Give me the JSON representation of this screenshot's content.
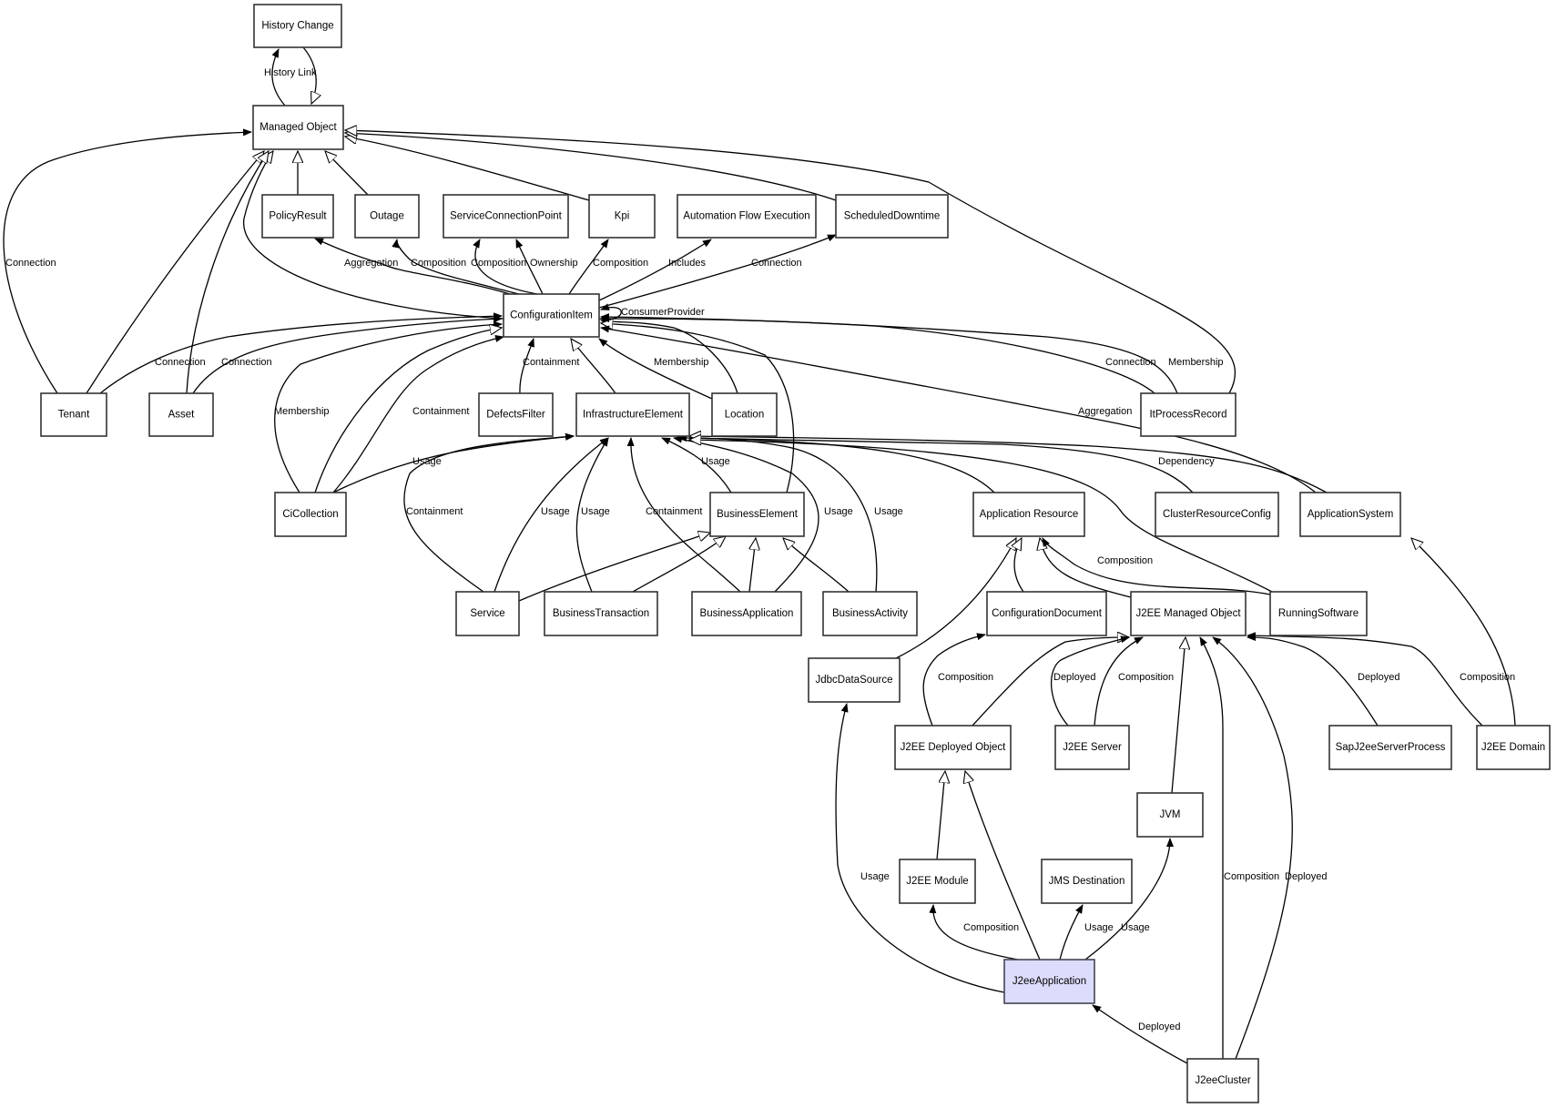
{
  "title": "Managed Object class model",
  "highlight_color": "#dcdcfc",
  "nodes": [
    {
      "id": "history_change",
      "label": "History Change"
    },
    {
      "id": "managed_object",
      "label": "Managed Object"
    },
    {
      "id": "policy_result",
      "label": "PolicyResult"
    },
    {
      "id": "outage",
      "label": "Outage"
    },
    {
      "id": "service_connection_point",
      "label": "ServiceConnectionPoint"
    },
    {
      "id": "kpi",
      "label": "Kpi"
    },
    {
      "id": "automation_flow_execution",
      "label": "Automation Flow Execution"
    },
    {
      "id": "scheduled_downtime",
      "label": "ScheduledDowntime"
    },
    {
      "id": "configuration_item",
      "label": "ConfigurationItem"
    },
    {
      "id": "tenant",
      "label": "Tenant"
    },
    {
      "id": "asset",
      "label": "Asset"
    },
    {
      "id": "defects_filter",
      "label": "DefectsFilter"
    },
    {
      "id": "infrastructure_element",
      "label": "InfrastructureElement"
    },
    {
      "id": "location",
      "label": "Location"
    },
    {
      "id": "it_process_record",
      "label": "ItProcessRecord"
    },
    {
      "id": "ci_collection",
      "label": "CiCollection"
    },
    {
      "id": "business_element",
      "label": "BusinessElement"
    },
    {
      "id": "application_resource",
      "label": "Application Resource"
    },
    {
      "id": "cluster_resource_config",
      "label": "ClusterResourceConfig"
    },
    {
      "id": "application_system",
      "label": "ApplicationSystem"
    },
    {
      "id": "service",
      "label": "Service"
    },
    {
      "id": "business_transaction",
      "label": "BusinessTransaction"
    },
    {
      "id": "business_application",
      "label": "BusinessApplication"
    },
    {
      "id": "business_activity",
      "label": "BusinessActivity"
    },
    {
      "id": "configuration_document",
      "label": "ConfigurationDocument"
    },
    {
      "id": "j2ee_managed_object",
      "label": "J2EE Managed Object"
    },
    {
      "id": "running_software",
      "label": "RunningSoftware"
    },
    {
      "id": "jdbc_data_source",
      "label": "JdbcDataSource"
    },
    {
      "id": "j2ee_deployed_object",
      "label": "J2EE Deployed Object"
    },
    {
      "id": "j2ee_server",
      "label": "J2EE Server"
    },
    {
      "id": "sap_j2ee_server_process",
      "label": "SapJ2eeServerProcess"
    },
    {
      "id": "j2ee_domain",
      "label": "J2EE Domain"
    },
    {
      "id": "jvm",
      "label": "JVM"
    },
    {
      "id": "j2ee_module",
      "label": "J2EE Module"
    },
    {
      "id": "jms_destination",
      "label": "JMS Destination"
    },
    {
      "id": "j2ee_application",
      "label": "J2eeApplication",
      "highlighted": true
    },
    {
      "id": "j2ee_cluster",
      "label": "J2eeCluster"
    }
  ],
  "edges": [
    {
      "from": "managed_object",
      "to": "history_change",
      "label": "History Link",
      "type": "association"
    },
    {
      "from": "history_change",
      "to": "managed_object",
      "label": "",
      "type": "inheritance"
    },
    {
      "from": "policy_result",
      "to": "managed_object",
      "label": "",
      "type": "inheritance"
    },
    {
      "from": "outage",
      "to": "managed_object",
      "label": "",
      "type": "inheritance"
    },
    {
      "from": "kpi",
      "to": "managed_object",
      "label": "",
      "type": "inheritance"
    },
    {
      "from": "scheduled_downtime",
      "to": "managed_object",
      "label": "",
      "type": "inheritance"
    },
    {
      "from": "it_process_record",
      "to": "managed_object",
      "label": "",
      "type": "inheritance"
    },
    {
      "from": "configuration_item",
      "to": "managed_object",
      "label": "",
      "type": "inheritance"
    },
    {
      "from": "tenant",
      "to": "managed_object",
      "label": "",
      "type": "inheritance"
    },
    {
      "from": "asset",
      "to": "managed_object",
      "label": "",
      "type": "inheritance"
    },
    {
      "from": "tenant",
      "to": "managed_object",
      "label": "Connection",
      "type": "association"
    },
    {
      "from": "configuration_item",
      "to": "policy_result",
      "label": "Aggregation",
      "type": "association"
    },
    {
      "from": "configuration_item",
      "to": "outage",
      "label": "Composition",
      "type": "association"
    },
    {
      "from": "configuration_item",
      "to": "service_connection_point",
      "label": "Composition",
      "type": "association"
    },
    {
      "from": "configuration_item",
      "to": "service_connection_point",
      "label": "Ownership",
      "type": "association"
    },
    {
      "from": "configuration_item",
      "to": "kpi",
      "label": "Composition",
      "type": "association"
    },
    {
      "from": "configuration_item",
      "to": "automation_flow_execution",
      "label": "Includes",
      "type": "association"
    },
    {
      "from": "configuration_item",
      "to": "scheduled_downtime",
      "label": "Connection",
      "type": "association"
    },
    {
      "from": "configuration_item",
      "to": "configuration_item",
      "label": "ConsumerProvider",
      "type": "association"
    },
    {
      "from": "tenant",
      "to": "configuration_item",
      "label": "Connection",
      "type": "association"
    },
    {
      "from": "asset",
      "to": "configuration_item",
      "label": "Connection",
      "type": "association"
    },
    {
      "from": "ci_collection",
      "to": "configuration_item",
      "label": "Membership",
      "type": "association"
    },
    {
      "from": "ci_collection",
      "to": "configuration_item",
      "label": "",
      "type": "inheritance"
    },
    {
      "from": "ci_collection",
      "to": "configuration_item",
      "label": "Containment",
      "type": "association"
    },
    {
      "from": "defects_filter",
      "to": "configuration_item",
      "label": "Containment",
      "type": "association"
    },
    {
      "from": "infrastructure_element",
      "to": "configuration_item",
      "label": "",
      "type": "inheritance"
    },
    {
      "from": "location",
      "to": "configuration_item",
      "label": "Membership",
      "type": "association"
    },
    {
      "from": "location",
      "to": "configuration_item",
      "label": "",
      "type": "association"
    },
    {
      "from": "business_element",
      "to": "configuration_item",
      "label": "",
      "type": "inheritance"
    },
    {
      "from": "it_process_record",
      "to": "configuration_item",
      "label": "Connection",
      "type": "association"
    },
    {
      "from": "it_process_record",
      "to": "configuration_item",
      "label": "Membership",
      "type": "association"
    },
    {
      "from": "application_system",
      "to": "configuration_item",
      "label": "Aggregation",
      "type": "association"
    },
    {
      "from": "ci_collection",
      "to": "infrastructure_element",
      "label": "Usage",
      "type": "association"
    },
    {
      "from": "service",
      "to": "infrastructure_element",
      "label": "Containment",
      "type": "association"
    },
    {
      "from": "service",
      "to": "infrastructure_element",
      "label": "Usage",
      "type": "association"
    },
    {
      "from": "business_transaction",
      "to": "infrastructure_element",
      "label": "Usage",
      "type": "association"
    },
    {
      "from": "business_application",
      "to": "infrastructure_element",
      "label": "Containment",
      "type": "association"
    },
    {
      "from": "business_element",
      "to": "infrastructure_element",
      "label": "Usage",
      "type": "association"
    },
    {
      "from": "business_application",
      "to": "infrastructure_element",
      "label": "Usage",
      "type": "association"
    },
    {
      "from": "business_activity",
      "to": "infrastructure_element",
      "label": "Usage",
      "type": "association"
    },
    {
      "from": "application_resource",
      "to": "infrastructure_element",
      "label": "",
      "type": "inheritance"
    },
    {
      "from": "cluster_resource_config",
      "to": "infrastructure_element",
      "label": "Dependency",
      "type": "association"
    },
    {
      "from": "application_system",
      "to": "infrastructure_element",
      "label": "",
      "type": "inheritance"
    },
    {
      "from": "running_software",
      "to": "infrastructure_element",
      "label": "",
      "type": "inheritance"
    },
    {
      "from": "service",
      "to": "business_element",
      "label": "",
      "type": "inheritance"
    },
    {
      "from": "business_transaction",
      "to": "business_element",
      "label": "",
      "type": "inheritance"
    },
    {
      "from": "business_application",
      "to": "business_element",
      "label": "",
      "type": "inheritance"
    },
    {
      "from": "business_activity",
      "to": "business_element",
      "label": "",
      "type": "inheritance"
    },
    {
      "from": "jdbc_data_source",
      "to": "application_resource",
      "label": "",
      "type": "inheritance"
    },
    {
      "from": "configuration_document",
      "to": "application_resource",
      "label": "",
      "type": "inheritance"
    },
    {
      "from": "j2ee_managed_object",
      "to": "application_resource",
      "label": "",
      "type": "inheritance"
    },
    {
      "from": "running_software",
      "to": "application_resource",
      "label": "Composition",
      "type": "association"
    },
    {
      "from": "j2ee_domain",
      "to": "application_system",
      "label": "",
      "type": "inheritance"
    },
    {
      "from": "j2ee_deployed_object",
      "to": "configuration_document",
      "label": "Composition",
      "type": "association"
    },
    {
      "from": "j2ee_deployed_object",
      "to": "j2ee_managed_object",
      "label": "",
      "type": "inheritance"
    },
    {
      "from": "j2ee_server",
      "to": "j2ee_managed_object",
      "label": "Deployed",
      "type": "association"
    },
    {
      "from": "j2ee_server",
      "to": "j2ee_managed_object",
      "label": "Composition",
      "type": "association"
    },
    {
      "from": "jvm",
      "to": "j2ee_managed_object",
      "label": "",
      "type": "inheritance"
    },
    {
      "from": "j2ee_cluster",
      "to": "j2ee_managed_object",
      "label": "Composition",
      "type": "association"
    },
    {
      "from": "j2ee_cluster",
      "to": "j2ee_managed_object",
      "label": "Deployed",
      "type": "association"
    },
    {
      "from": "sap_j2ee_server_process",
      "to": "j2ee_managed_object",
      "label": "Deployed",
      "type": "association"
    },
    {
      "from": "j2ee_domain",
      "to": "j2ee_managed_object",
      "label": "Composition",
      "type": "association"
    },
    {
      "from": "j2ee_module",
      "to": "j2ee_deployed_object",
      "label": "",
      "type": "inheritance"
    },
    {
      "from": "j2ee_application",
      "to": "j2ee_deployed_object",
      "label": "",
      "type": "inheritance"
    },
    {
      "from": "j2ee_application",
      "to": "jdbc_data_source",
      "label": "Usage",
      "type": "association"
    },
    {
      "from": "j2ee_application",
      "to": "j2ee_module",
      "label": "Composition",
      "type": "association"
    },
    {
      "from": "j2ee_application",
      "to": "jms_destination",
      "label": "Usage",
      "type": "association"
    },
    {
      "from": "j2ee_application",
      "to": "jvm",
      "label": "Usage",
      "type": "association"
    },
    {
      "from": "j2ee_cluster",
      "to": "j2ee_application",
      "label": "Deployed",
      "type": "association"
    }
  ]
}
